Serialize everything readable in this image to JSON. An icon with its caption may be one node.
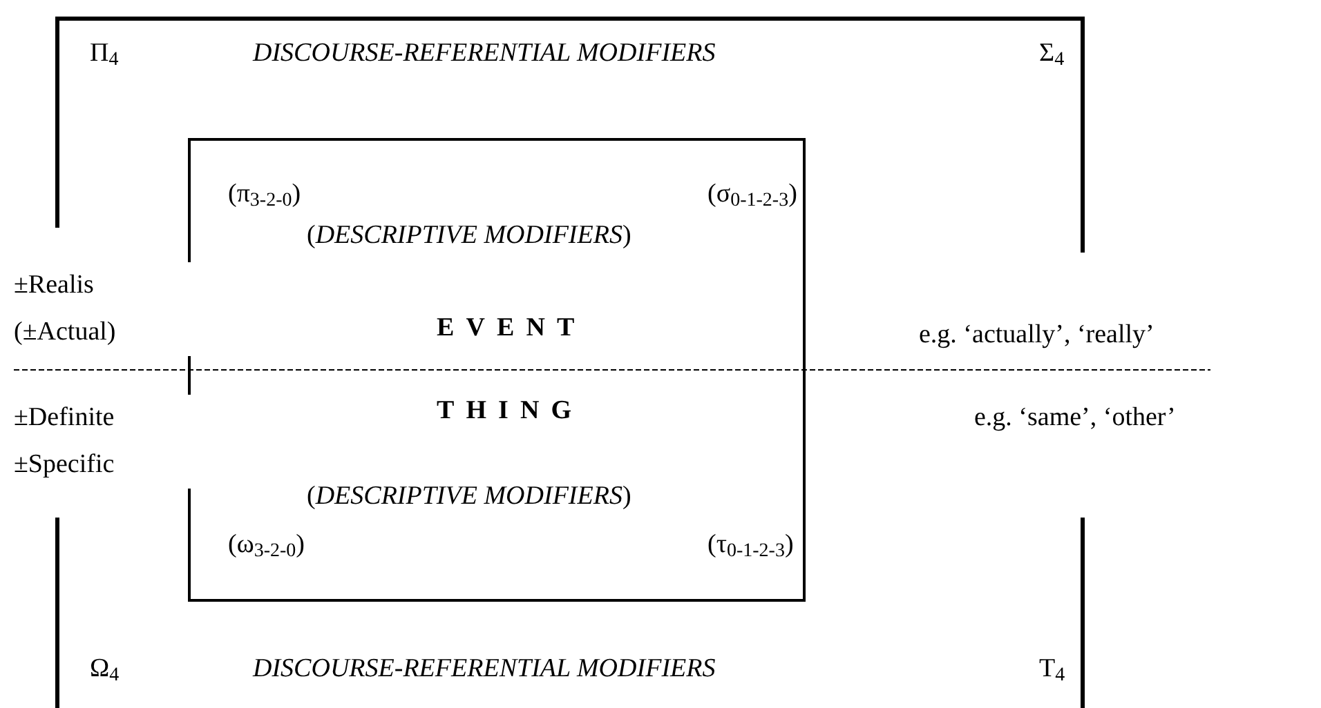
{
  "diagram": {
    "nodes": [
      {
        "text": [
          "Π$_{4}$",
          "DISCOURSE-REFERENTIAL MODIFIERS",
          "Σ$_{4}$",
          "Ω$_{4}$",
          "DISCOURSE-REFERENTIAL MODIFIERS",
          "T$_{4}$"
        ]
      },
      {
        "text": [
          "(π$_{3-2-0}$)",
          "(σ$_{0-1-2-3}$)",
          "(*DESCRIPTIVE MODIFIERS*)",
          "EVENT",
          "THING",
          "(*DESCRIPTIVE MODIFIERS*)",
          "(ω$_{3-2-0}$)",
          "(τ$_{0-1-2-3}$)"
        ],
        "in": 0
      }
    ],
    "edges": [],
    "labels": [
      "±Realis (±Actual)",
      "e.g. ‘actually’, ‘really’",
      "±Definite ±Specific",
      "e.g. ‘same’, ‘other’"
    ]
  }
}
